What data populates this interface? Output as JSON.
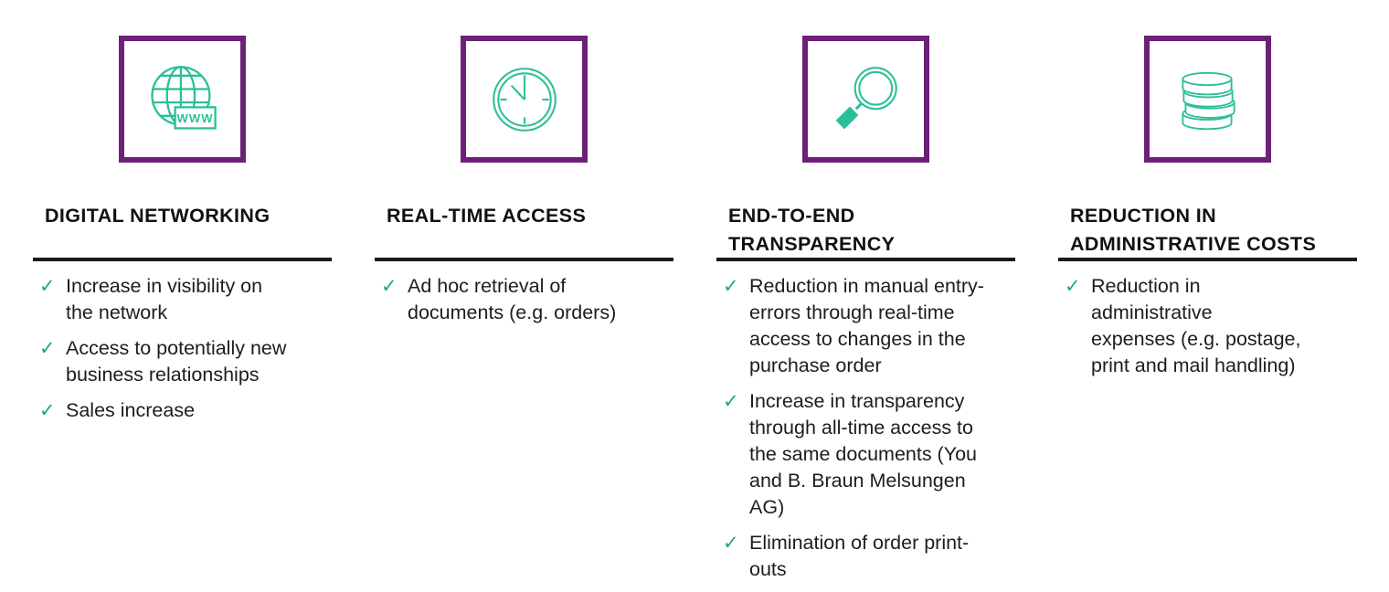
{
  "page": {
    "background": "#ffffff"
  },
  "colors": {
    "accent_purple": "#6d2077",
    "icon_teal": "#2cbf97",
    "check_teal": "#1aa981",
    "divider": "#1a1a1a",
    "text": "#1d1d1b"
  },
  "glyphs": {
    "check": "✓"
  },
  "icons": {
    "globe_label": "WWW"
  },
  "columns": [
    {
      "icon": "globe-www-icon",
      "title": "DIGITAL NETWORKING",
      "items": [
        "Increase in visibility on\nthe network",
        "Access to potentially new\nbusiness relationships",
        "Sales increase"
      ]
    },
    {
      "icon": "clock-icon",
      "title": "REAL-TIME ACCESS",
      "items": [
        "Ad hoc retrieval of\ndocuments (e.g. orders)"
      ]
    },
    {
      "icon": "magnifier-icon",
      "title": "END-TO-END\nTRANSPARENCY",
      "items": [
        "Reduction in manual entry-\nerrors through real-time\naccess to changes in the\npurchase order",
        "Increase in transparency\nthrough all-time access to\nthe same documents (You\nand B. Braun Melsungen\nAG)",
        "Elimination of order print-\nouts"
      ]
    },
    {
      "icon": "coins-icon",
      "title": "REDUCTION IN\nADMINISTRATIVE COSTS",
      "items": [
        "Reduction in\nadministrative\nexpenses (e.g. postage,\nprint and mail handling)"
      ]
    }
  ]
}
